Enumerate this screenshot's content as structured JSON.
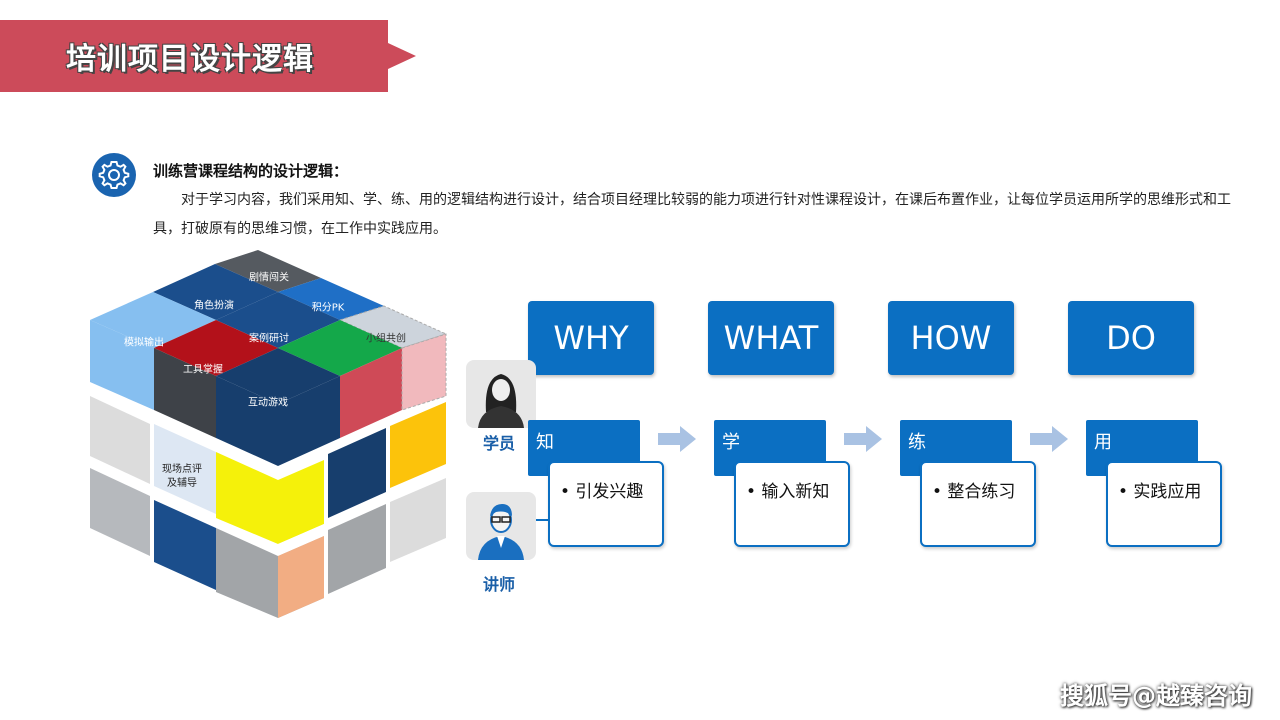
{
  "title": "培训项目设计逻辑",
  "intro": {
    "heading": "训练营课程结构的设计逻辑：",
    "body": "对于学习内容，我们采用知、学、练、用的逻辑结构进行设计，结合项目经理比较弱的能力项进行针对性课程设计，在课后布置作业，让每位学员运用所学的思维形式和工具，打破原有的思维习惯，在工作中实践应用。"
  },
  "cube": {
    "labels": [
      "剧情闯关",
      "角色扮演",
      "积分PK",
      "模拟输出",
      "案例研讨",
      "小组共创",
      "工具掌握",
      "互动游戏",
      "现场点评及辅导"
    ],
    "label_lines": {
      "feedback": [
        "现场点评",
        "及辅导"
      ]
    }
  },
  "flow": {
    "top": [
      "WHY",
      "WHAT",
      "HOW",
      "DO"
    ],
    "steps": [
      {
        "label": "知",
        "item": "• 引发兴趣"
      },
      {
        "label": "学",
        "item": "• 输入新知"
      },
      {
        "label": "练",
        "item": "• 整合练习"
      },
      {
        "label": "用",
        "item": "• 实践应用"
      }
    ],
    "roles": [
      "学员",
      "讲师"
    ]
  },
  "colors": {
    "banner": "#cc4b5a",
    "primary": "#0b6fc2",
    "arrow": "#a9c2e3"
  },
  "watermark": "搜狐号@越臻咨询"
}
